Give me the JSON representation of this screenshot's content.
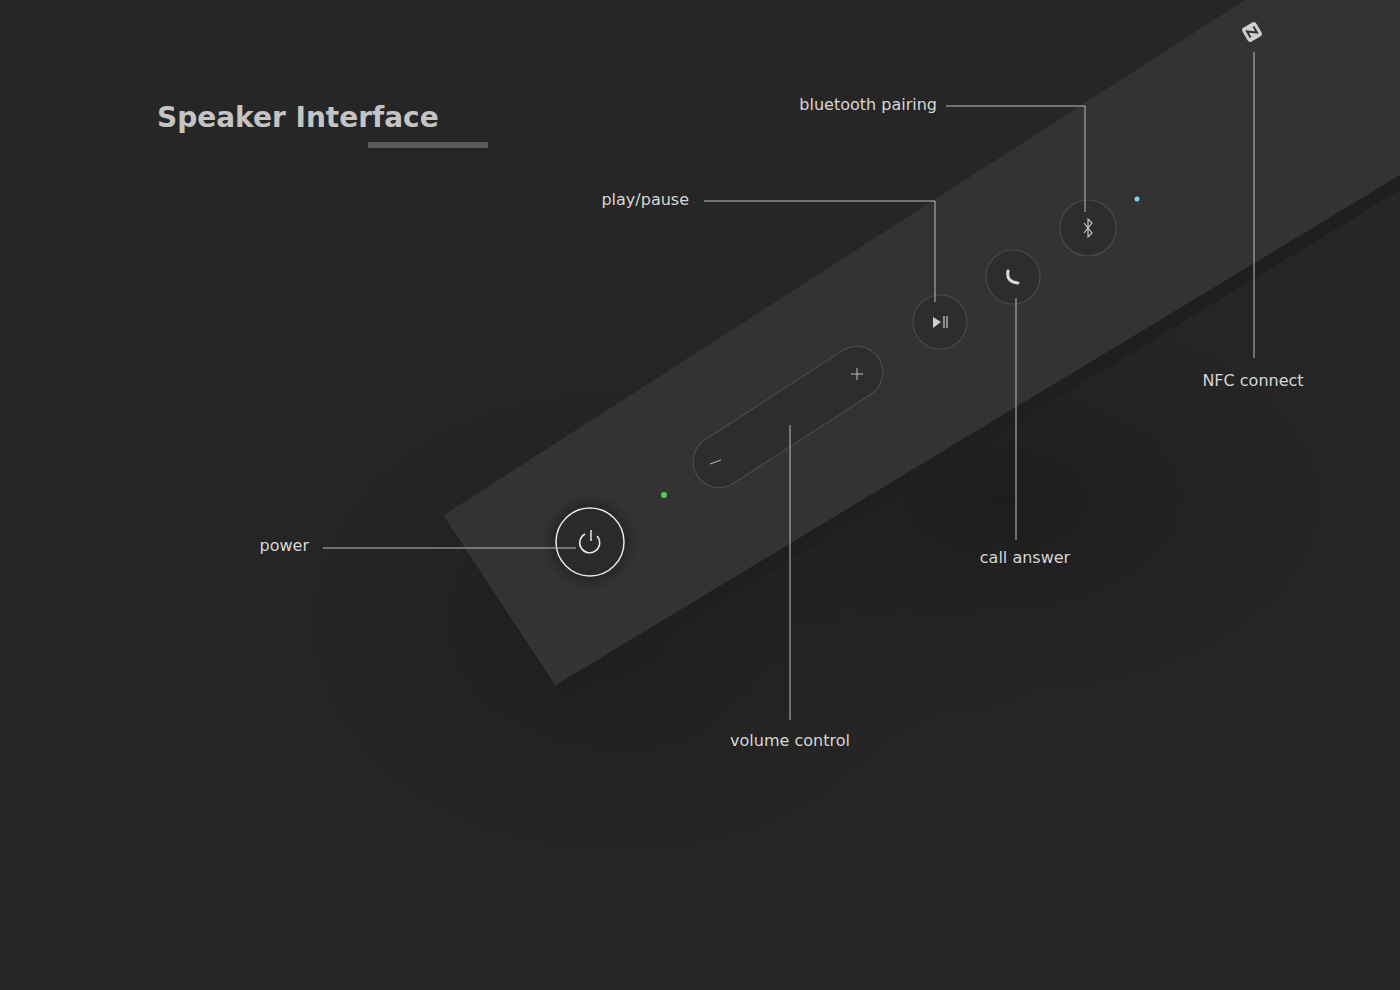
{
  "diagram": {
    "title": "Speaker Interface",
    "labels": [
      "bluetooth pairing",
      "play/pause",
      "NFC connect",
      "power",
      "call answer",
      "volume control"
    ]
  }
}
